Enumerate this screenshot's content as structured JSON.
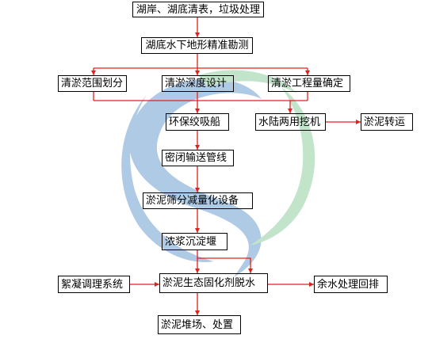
{
  "colors": {
    "line": "#e0201c",
    "box_border": "#000000",
    "text": "#000000",
    "logo_blue": "#6f9fcf",
    "logo_green": "#8fcf9f"
  },
  "logo": "s-swoosh-logo",
  "steps": {
    "lakeshore_clearing": "湖岸、湖底清表，垃圾处理",
    "survey": "湖底水下地形精准勘测",
    "dredge_range": "清淤范围划分",
    "dredge_depth": "清淤深度设计",
    "dredge_quantity": "清淤工程量确定",
    "suction_ship": "环保绞吸船",
    "amphibious_excavator": "水陆两用挖机",
    "sludge_transfer": "淤泥转运",
    "closed_pipeline": "密闭输送管线",
    "screening_equipment": "淤泥筛分减量化设备",
    "sedimentation_weir": "浓浆沉淀堰",
    "flocculation_system": "絮凝调理系统",
    "solidification_dewatering": "淤泥生态固化剂脱水",
    "residual_water": "余水处理回排",
    "stacking_disposal": "淤泥堆场、处置"
  }
}
